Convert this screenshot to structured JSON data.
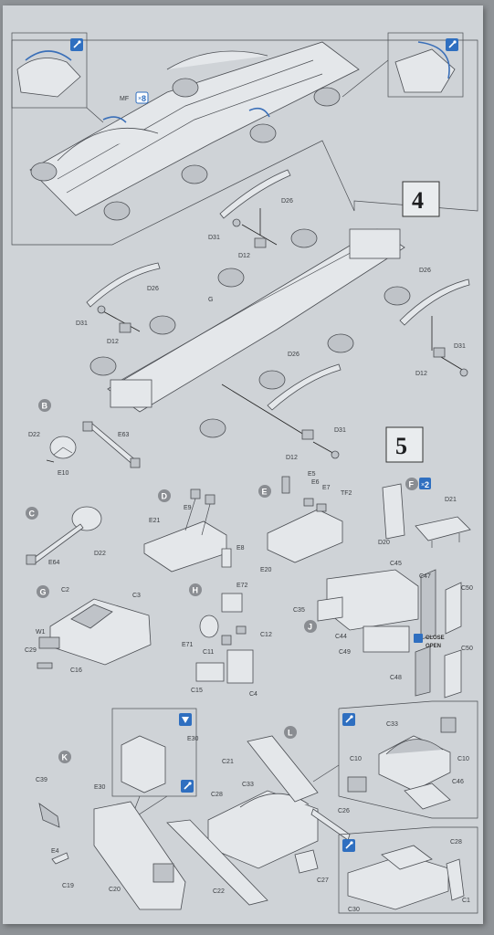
{
  "steps": {
    "step4": "4",
    "step5": "5"
  },
  "substeps": [
    "B",
    "C",
    "D",
    "E",
    "F",
    "G",
    "H",
    "J",
    "K",
    "L"
  ],
  "multipliers": {
    "mf": "8",
    "f": "2"
  },
  "close_open": {
    "close": "CLOSE",
    "open": "OPEN"
  },
  "icons": [
    "glue-icon",
    "glue-icon",
    "glue-icon",
    "glue-icon",
    "glue-icon",
    "glue-icon",
    "cement-bottle-icon"
  ],
  "colors": {
    "paper": "#cfd3d7",
    "accent_blue": "#3a6fb8"
  },
  "labels": {
    "mf": "MF",
    "d26_a": "D26",
    "d31_a": "D31",
    "d12_a": "D12",
    "d26_b": "D26",
    "d31_b": "D31",
    "d12_b": "D12",
    "g": "G",
    "d26_c": "D26",
    "d31_c": "D31",
    "d12_c": "D12",
    "d26_d": "D26",
    "d31_d": "D31",
    "d12_d": "D12",
    "d22_b": "D22",
    "e63": "E63",
    "e10": "E10",
    "e64": "E64",
    "d22_c": "D22",
    "e9": "E9",
    "e21": "E21",
    "e8": "E8",
    "e5": "E5",
    "e6": "E6",
    "e7": "E7",
    "tf2": "TF2",
    "e20": "E20",
    "d21": "D21",
    "d20": "D20",
    "c2": "C2",
    "c3": "C3",
    "w1": "W1",
    "c29": "C29",
    "c16": "C16",
    "e72": "E72",
    "e71": "E71",
    "c11": "C11",
    "c12": "C12",
    "c15": "C15",
    "c4": "C4",
    "c45": "C45",
    "c47": "C47",
    "c50_a": "C50",
    "c35": "C35",
    "c44": "C44",
    "c49": "C49",
    "c50_b": "C50",
    "c48": "C48",
    "e30_a": "E30",
    "c39": "C39",
    "e30_b": "E30",
    "e4": "E4",
    "c19": "C19",
    "c20": "C20",
    "c21": "C21",
    "c28_a": "C28",
    "c33_a": "C33",
    "c26": "C26",
    "c22": "C22",
    "c27": "C27",
    "c33_b": "C33",
    "c10_a": "C10",
    "c10_b": "C10",
    "c46": "C46",
    "c28_b": "C28",
    "c30": "C30",
    "c1": "C1"
  }
}
